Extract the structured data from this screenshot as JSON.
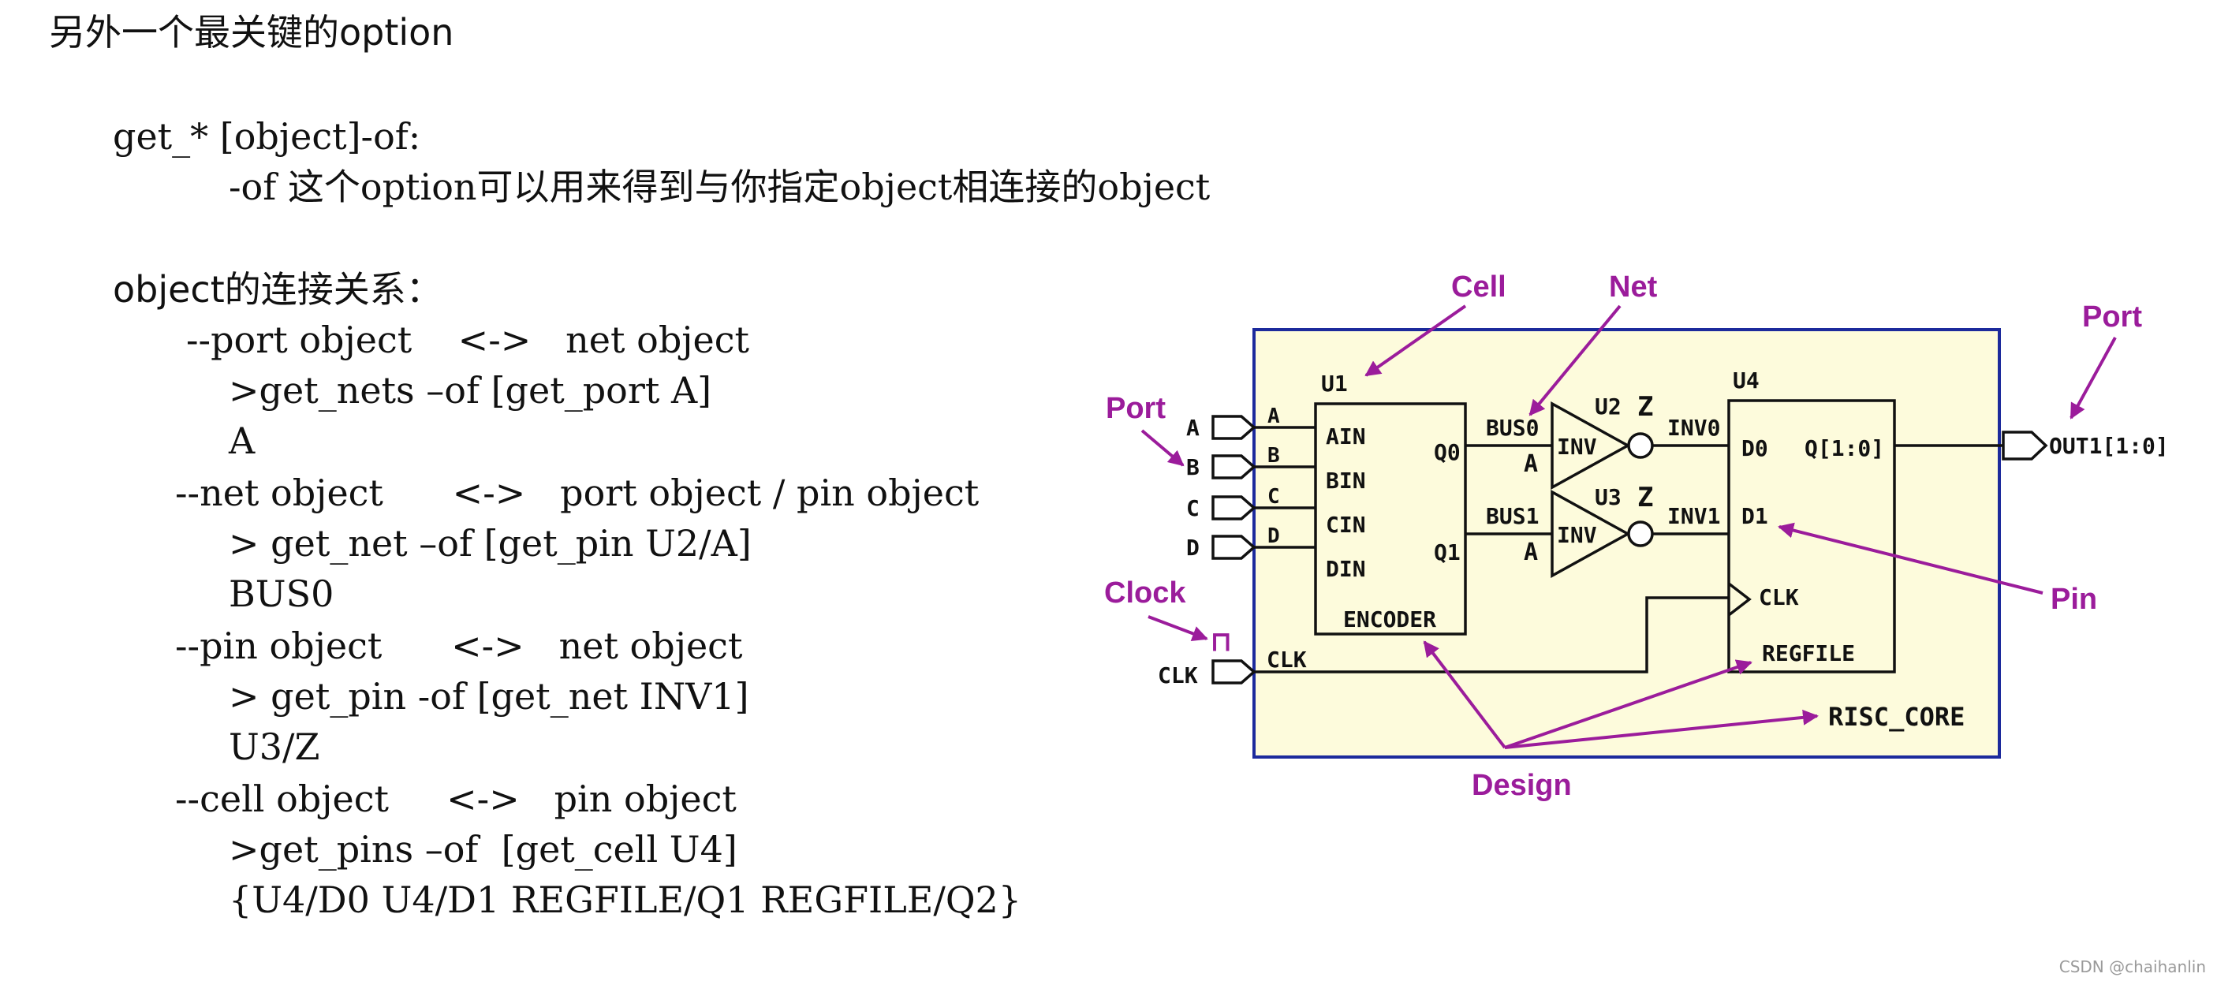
{
  "heading": "另外一个最关键的option",
  "intro": {
    "command": "get_* [object]-of:",
    "description": "-of 这个option可以用来得到与你指定object相连接的object"
  },
  "relations": {
    "title": "object的连接关系：",
    "items": [
      {
        "relation": "--port object    <->   net object",
        "command": ">get_nets –of [get_port A]",
        "result": "A"
      },
      {
        "relation": "--net object      <->   port object / pin object",
        "command": "> get_net –of [get_pin U2/A]",
        "result": "BUS0"
      },
      {
        "relation": "--pin object      <->   net object",
        "command": "> get_pin -of [get_net INV1]",
        "result": "U3/Z"
      },
      {
        "relation": "--cell object     <->   pin object",
        "command": ">get_pins –of  [get_cell U4]",
        "result": "{U4/D0 U4/D1 REGFILE/Q1 REGFILE/Q2}"
      }
    ]
  },
  "diagram": {
    "colors": {
      "box_fill": "#fdfbdc",
      "box_border": "#1c2a9c",
      "annotation": "#9b1c9b",
      "wire": "#111111"
    },
    "design_name": "RISC_CORE",
    "encoder": {
      "instance": "U1",
      "type": "ENCODER",
      "inputs": [
        "AIN",
        "BIN",
        "CIN",
        "DIN"
      ],
      "outputs": [
        "Q0",
        "Q1"
      ]
    },
    "inverters": [
      {
        "instance": "U2",
        "type": "INV",
        "in_pin": "A",
        "out_pin": "Z",
        "in_net": "BUS0",
        "out_net": "INV0"
      },
      {
        "instance": "U3",
        "type": "INV",
        "in_pin": "A",
        "out_pin": "Z",
        "in_net": "BUS1",
        "out_net": "INV1"
      }
    ],
    "regfile": {
      "instance": "U4",
      "type": "REGFILE",
      "inputs": [
        "D0",
        "D1",
        "CLK"
      ],
      "output": "Q[1:0]"
    },
    "input_ports": [
      "A",
      "B",
      "C",
      "D",
      "CLK"
    ],
    "input_nets": [
      "A",
      "B",
      "C",
      "D",
      "CLK"
    ],
    "output_port": "OUT1[1:0]",
    "clock_symbol": "⊓",
    "annotations": {
      "cell": "Cell",
      "net": "Net",
      "port_left": "Port",
      "port_right": "Port",
      "clock": "Clock",
      "pin": "Pin",
      "design": "Design"
    }
  },
  "watermark": "CSDN @chaihanlin"
}
